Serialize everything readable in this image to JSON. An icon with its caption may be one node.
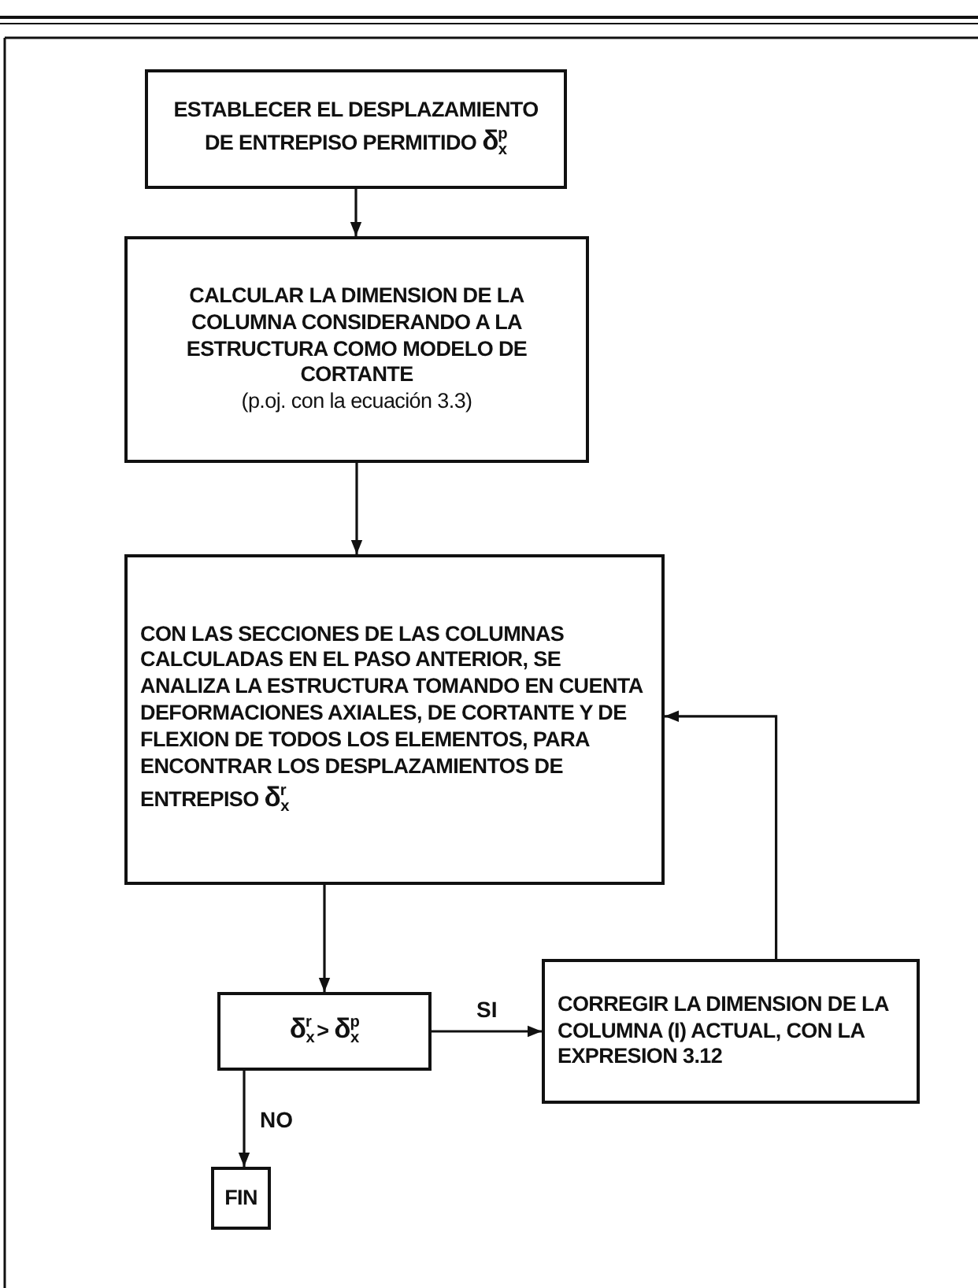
{
  "diagram": {
    "nodes": [
      {
        "text": [
          "ESTABLECER EL DESPLAZAMIENTO DE ENTREPISO PERMITIDO δ$_{x}$$^{p}$"
        ]
      },
      {
        "text": [
          "CALCULAR LA DIMENSION DE LA COLUMNA CONSIDERANDO A LA ESTRUCTURA COMO MODELO DE CORTANTE",
          "(p.oj. con la ecuación 3.3)"
        ]
      },
      {
        "text": [
          "CON LAS SECCIONES DE LAS COLUMNAS CALCULADAS EN EL PASO ANTERIOR, SE ANALIZA LA ESTRUCTURA TOMANDO EN CUENTA DEFORMACIONES AXIALES, DE CORTANTE Y DE FLEXION DE TODOS LOS ELEMENTOS, PARA ENCONTRAR LOS DESPLAZAMIENTOS DE ENTREPISO δ$_{x}$$^{r}$"
        ]
      },
      {
        "text": [
          "δ$_{x}$$^{r}$  >  δ$_{x}$$^{p}$"
        ]
      },
      {
        "text": [
          "CORREGIR LA DIMENSION DE LA COLUMNA (I) ACTUAL, CON LA EXPRESION 3.12"
        ]
      },
      {
        "text": [
          "FIN"
        ]
      }
    ],
    "edges": [
      {
        "from": 0,
        "to": 1,
        "arrow": "to"
      },
      {
        "from": 1,
        "to": 2,
        "arrow": "to"
      },
      {
        "from": 2,
        "to": 3,
        "arrow": "to"
      },
      {
        "from": 3,
        "to": 4,
        "arrow": "to",
        "label": "SI"
      },
      {
        "from": 4,
        "to": 2,
        "arrow": "to"
      },
      {
        "from": 3,
        "to": 5,
        "arrow": "to",
        "label": "NO"
      }
    ]
  }
}
